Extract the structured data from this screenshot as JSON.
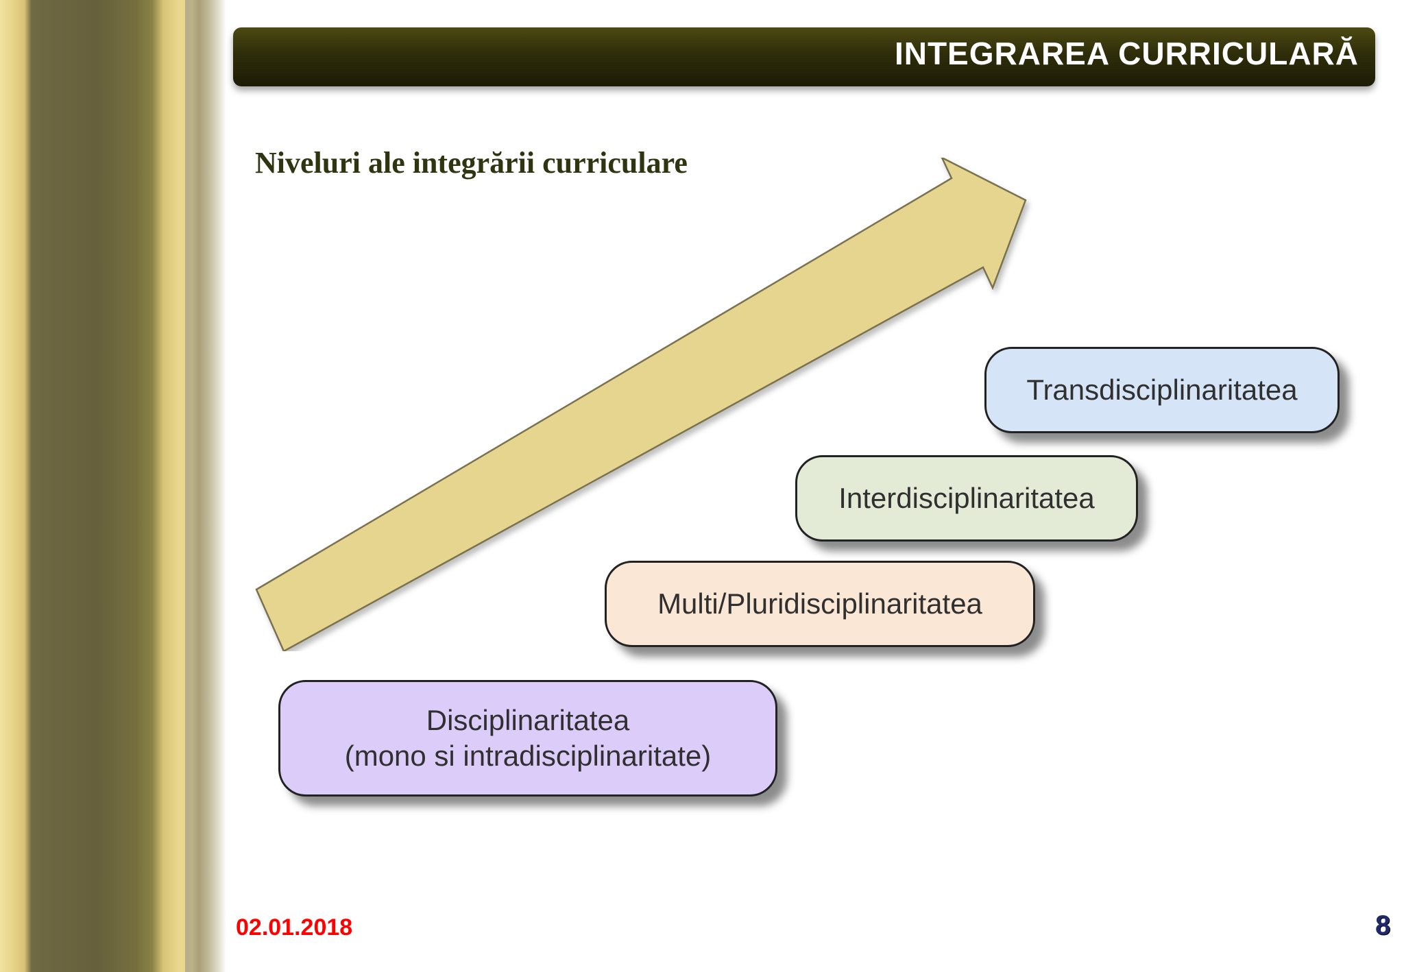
{
  "header": {
    "title": "INTEGRAREA CURRICULARĂ"
  },
  "slide": {
    "subtitle": "Niveluri ale integrării curriculare",
    "arrow_color": "#e6d58f"
  },
  "levels": [
    {
      "line1": "Transdisciplinaritatea",
      "line2": "",
      "color": "#d6e4f8"
    },
    {
      "line1": "Interdisciplinaritatea",
      "line2": "",
      "color": "#e3ead6"
    },
    {
      "line1": "Multi/Pluridisciplinaritatea",
      "line2": "",
      "color": "#fbe7d5"
    },
    {
      "line1": "Disciplinaritatea",
      "line2": "(mono si intradisciplinaritate)",
      "color": "#dcccf9"
    }
  ],
  "footer": {
    "date": "02.01.2018",
    "page_number": "8"
  }
}
